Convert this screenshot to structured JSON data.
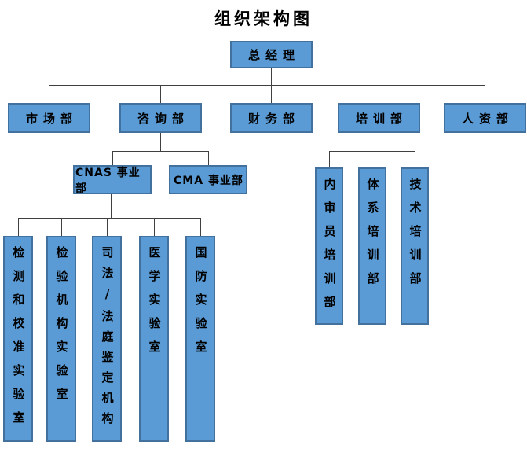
{
  "title": "组织架构图",
  "colors": {
    "box_fill": "#5B9BD5",
    "box_border": "#41719C",
    "connector_line": "#404040",
    "text": "#000000",
    "background": "#FFFFFF"
  },
  "org": {
    "label": "总经理",
    "children": [
      {
        "label": "市场部",
        "children": []
      },
      {
        "label": "咨询部",
        "children": [
          {
            "label": "CNAS 事业部",
            "children": [
              {
                "label": "检测和校准实验室"
              },
              {
                "label": "检验机构实验室"
              },
              {
                "label": "司法/法庭鉴定机构"
              },
              {
                "label": "医学实验室"
              },
              {
                "label": "国防实验室"
              }
            ]
          },
          {
            "label": "CMA 事业部",
            "children": []
          }
        ]
      },
      {
        "label": "财务部",
        "children": []
      },
      {
        "label": "培训部",
        "children": [
          {
            "label": "内审员培训部"
          },
          {
            "label": "体系培训部"
          },
          {
            "label": "技术培训部"
          }
        ]
      },
      {
        "label": "人资部",
        "children": []
      }
    ]
  }
}
